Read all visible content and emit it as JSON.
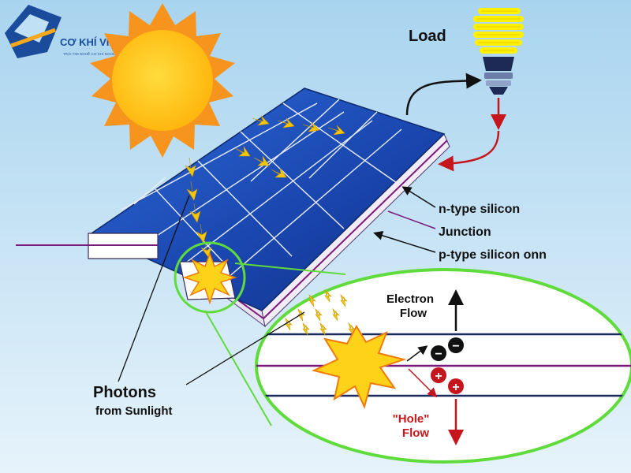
{
  "brand": {
    "name": "CƠ KHÍ VIỆT HÀN",
    "tagline": "TRÁI TIM NGHỀ CƠ KHÍ NGHIỆP"
  },
  "labels": {
    "load": "Load",
    "n_type": "n-type silicon",
    "junction": "Junction",
    "p_type": "p-type silicon onn",
    "photons_line1": "Photons",
    "photons_line2": "from Sunlight",
    "electron_line1": "Electron",
    "electron_line2": "Flow",
    "hole_line1": "\"Hole\"",
    "hole_line2": "Flow",
    "minus_sign": "−",
    "plus_sign": "+"
  },
  "colors": {
    "sky_top": "#a9d4ef",
    "sky_bottom": "#e6f3fb",
    "sun": "#ffc21c",
    "sun_rays": "#f7941d",
    "panel": "#1e4fb8",
    "panel_cell_line": "#e8eefc",
    "photon": "#f5c60a",
    "circuit_black": "#111111",
    "circuit_red": "#c4161c",
    "junction": "#7a1a7a",
    "lens_border": "#5fdc3c",
    "bulb": "#fff200",
    "brand_blue": "#1b4b9b"
  }
}
